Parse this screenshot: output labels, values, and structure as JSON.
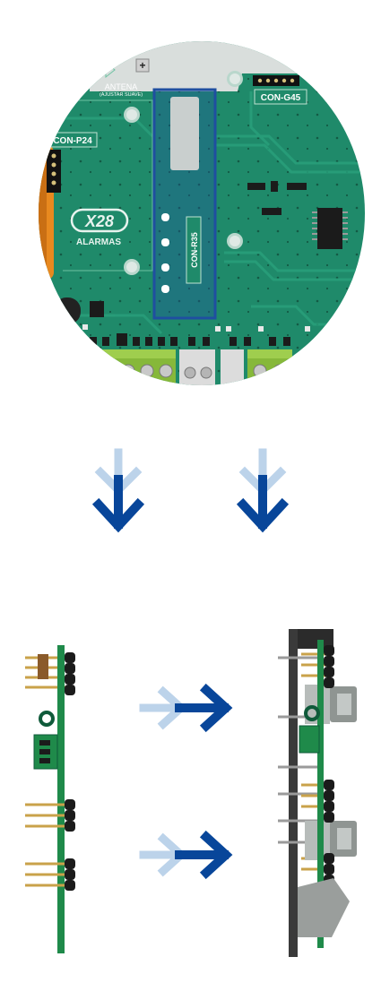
{
  "pcb": {
    "label_antena": "ANTENA",
    "label_antena_sub": "(AJUSTAR SUAVE)",
    "label_con_g45": "CON-G45",
    "label_con_p24": "CON-P24",
    "label_con_r35": "CON-R35",
    "logo_text": "X28",
    "logo_sub": "ALARMAS",
    "plus_symbol": "+"
  },
  "colors": {
    "pcb_green": "#1f8a6a",
    "pcb_dark": "#166b52",
    "highlight_blue": "#1f4fa0",
    "arrow_dark": "#08469a",
    "arrow_light": "#bcd3ea",
    "terminal_green": "#86b83a",
    "pin_gold": "#c9a24a",
    "orange": "#e8891f"
  },
  "icons": {
    "down_arrow": "arrow-down-icon",
    "right_arrow": "arrow-right-icon"
  }
}
